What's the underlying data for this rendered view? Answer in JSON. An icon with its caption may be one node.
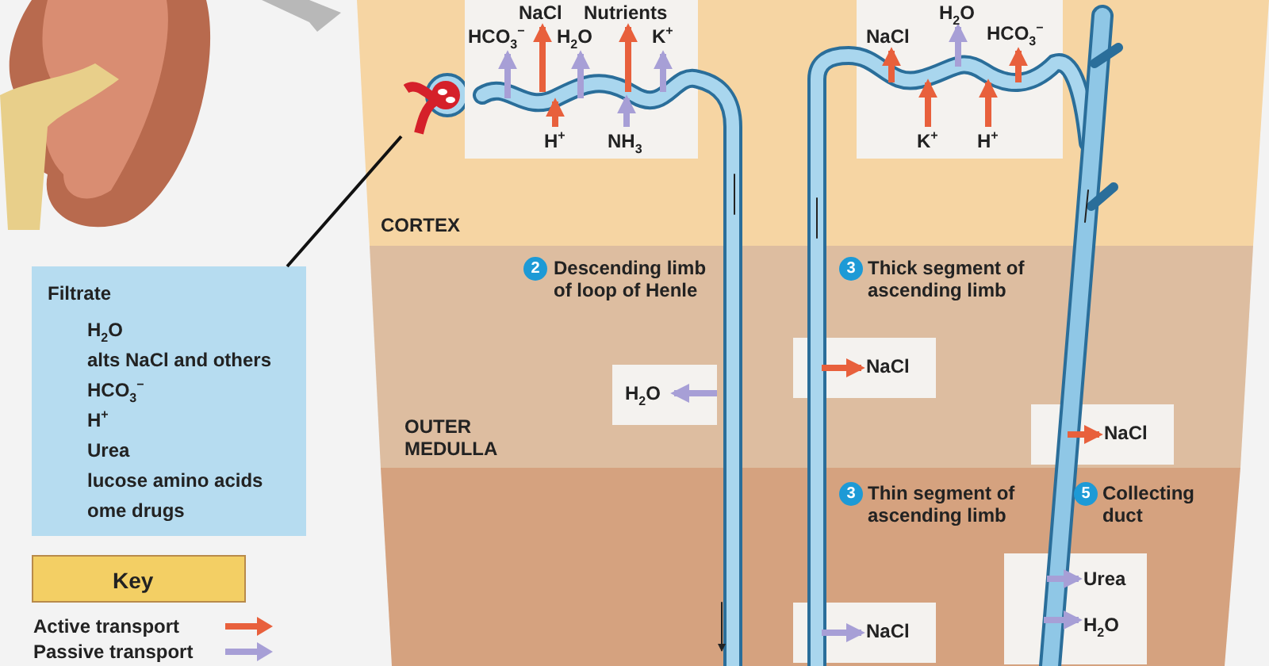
{
  "diagram": {
    "nodes": [
      {
        "text": [
          "Filtrate",
          "H$_{2}$O",
          "alts NaCl and others",
          "HCO$_{3}$$^{−}$",
          "H$^{+}$",
          "Urea",
          "lucose amino acids",
          "ome drugs"
        ]
      },
      {
        "text": [],
        "shape": "picture"
      },
      {
        "text": [
          "NaCl",
          "Nutrients",
          "HCO$_{3}$$^{−}$",
          "H$_{2}$O",
          "K$^{+}$",
          "H$^{+}$",
          "NH$_{3}$"
        ]
      },
      {
        "text": [
          "H$_{2}$O",
          "NaCl",
          "HCO$_{3}$$^{−}$",
          "K$^{+}$",
          "H$^{+}$"
        ]
      },
      {
        "text": [
          "H$_{2}$O"
        ]
      },
      {
        "text": [
          "NaCl"
        ]
      },
      {
        "text": [
          "NaCl"
        ]
      },
      {
        "text": [
          "NaCl"
        ]
      },
      {
        "text": [
          "Urea",
          "H$_{2}$O"
        ]
      },
      {
        "text": [
          "Key"
        ]
      }
    ],
    "edges": [
      {
        "from": 0,
        "to": 1,
        "arrow": "none"
      }
    ],
    "labels": [
      "CORTEX",
      "2",
      "Descending limb of loop of Henle",
      "3",
      "Thick segment of ascending limb",
      "OUTER MEDULLA",
      "3",
      "Thin segment of ascending limb",
      "5",
      "Collecting duct"
    ],
    "legend": [
      {
        "text": "Active transport"
      },
      {
        "text": "Passive transport"
      }
    ]
  }
}
